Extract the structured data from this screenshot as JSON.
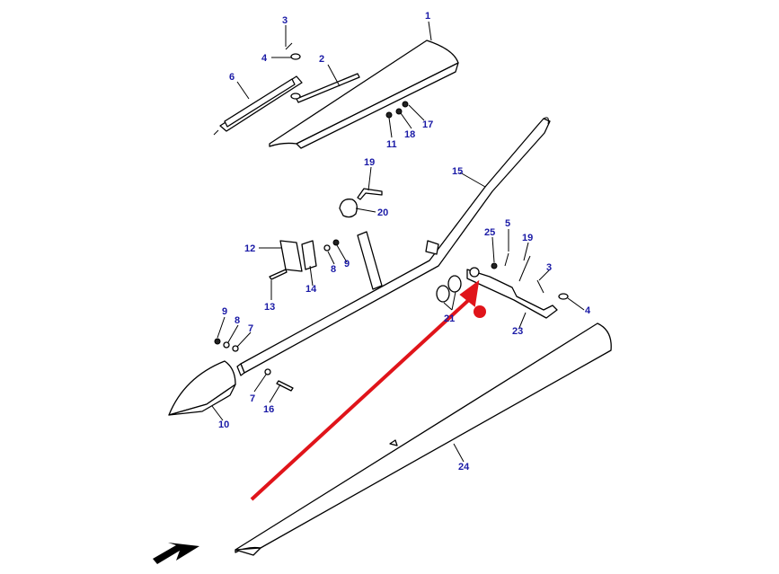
{
  "diagram": {
    "callouts": [
      {
        "id": "c1",
        "label": "1"
      },
      {
        "id": "c2",
        "label": "2"
      },
      {
        "id": "c3a",
        "label": "3"
      },
      {
        "id": "c4a",
        "label": "4"
      },
      {
        "id": "c6",
        "label": "6"
      },
      {
        "id": "c11",
        "label": "11"
      },
      {
        "id": "c17",
        "label": "17"
      },
      {
        "id": "c18",
        "label": "18"
      },
      {
        "id": "c19a",
        "label": "19"
      },
      {
        "id": "c20",
        "label": "20"
      },
      {
        "id": "c15",
        "label": "15"
      },
      {
        "id": "c12",
        "label": "12"
      },
      {
        "id": "c8a",
        "label": "8"
      },
      {
        "id": "c9a",
        "label": "9"
      },
      {
        "id": "c14",
        "label": "14"
      },
      {
        "id": "c13",
        "label": "13"
      },
      {
        "id": "c5",
        "label": "5"
      },
      {
        "id": "c25",
        "label": "25"
      },
      {
        "id": "c19b",
        "label": "19"
      },
      {
        "id": "c3b",
        "label": "3"
      },
      {
        "id": "c4b",
        "label": "4"
      },
      {
        "id": "c21",
        "label": "21"
      },
      {
        "id": "c23",
        "label": "23"
      },
      {
        "id": "c9b",
        "label": "9"
      },
      {
        "id": "c8b",
        "label": "8"
      },
      {
        "id": "c7a",
        "label": "7"
      },
      {
        "id": "c7b",
        "label": "7"
      },
      {
        "id": "c16",
        "label": "16"
      },
      {
        "id": "c10",
        "label": "10"
      },
      {
        "id": "c24",
        "label": "24"
      }
    ]
  },
  "colors": {
    "callout_text": "#1a1aa6",
    "highlight_arrow": "#e0141a",
    "line": "#000000"
  },
  "icons": {
    "direction_arrow": "direction-arrow-icon"
  }
}
